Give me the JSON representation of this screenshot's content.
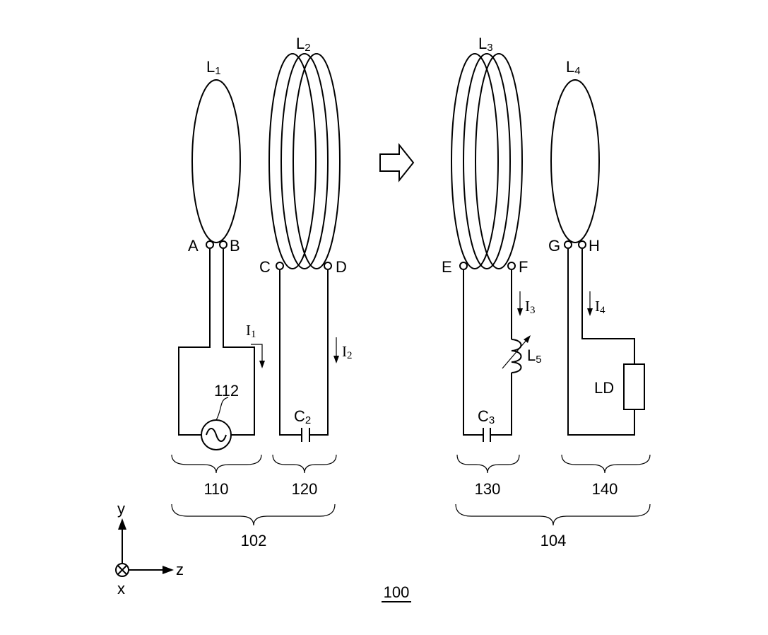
{
  "coils": {
    "l1": {
      "label": "L",
      "sub": "1"
    },
    "l2": {
      "label": "L",
      "sub": "2"
    },
    "l3": {
      "label": "L",
      "sub": "3"
    },
    "l4": {
      "label": "L",
      "sub": "4"
    },
    "l5": {
      "label": "L",
      "sub": "5"
    }
  },
  "terminals": {
    "a": "A",
    "b": "B",
    "c": "C",
    "d": "D",
    "e": "E",
    "f": "F",
    "g": "G",
    "h": "H"
  },
  "currents": {
    "i1": {
      "label": "I",
      "sub": "1"
    },
    "i2": {
      "label": "I",
      "sub": "2"
    },
    "i3": {
      "label": "I",
      "sub": "3"
    },
    "i4": {
      "label": "I",
      "sub": "4"
    }
  },
  "capacitors": {
    "c2": {
      "label": "C",
      "sub": "2"
    },
    "c3": {
      "label": "C",
      "sub": "3"
    }
  },
  "source_label": "112",
  "load_label": "LD",
  "group_labels": {
    "g110": "110",
    "g120": "120",
    "g130": "130",
    "g140": "140",
    "g102": "102",
    "g104": "104"
  },
  "figure_label": "100",
  "axes": {
    "y": "y",
    "z": "z",
    "x": "x"
  }
}
